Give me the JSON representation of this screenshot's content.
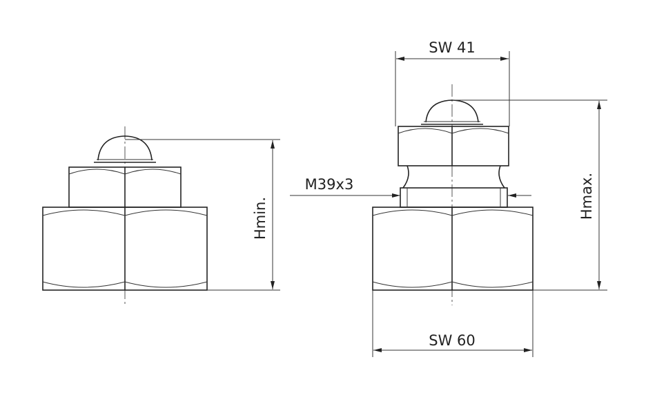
{
  "labels": {
    "hmin": "Hmin.",
    "hmax": "Hmax.",
    "sw_top": "SW 41",
    "sw_bottom": "SW 60",
    "thread": "M39x3"
  }
}
